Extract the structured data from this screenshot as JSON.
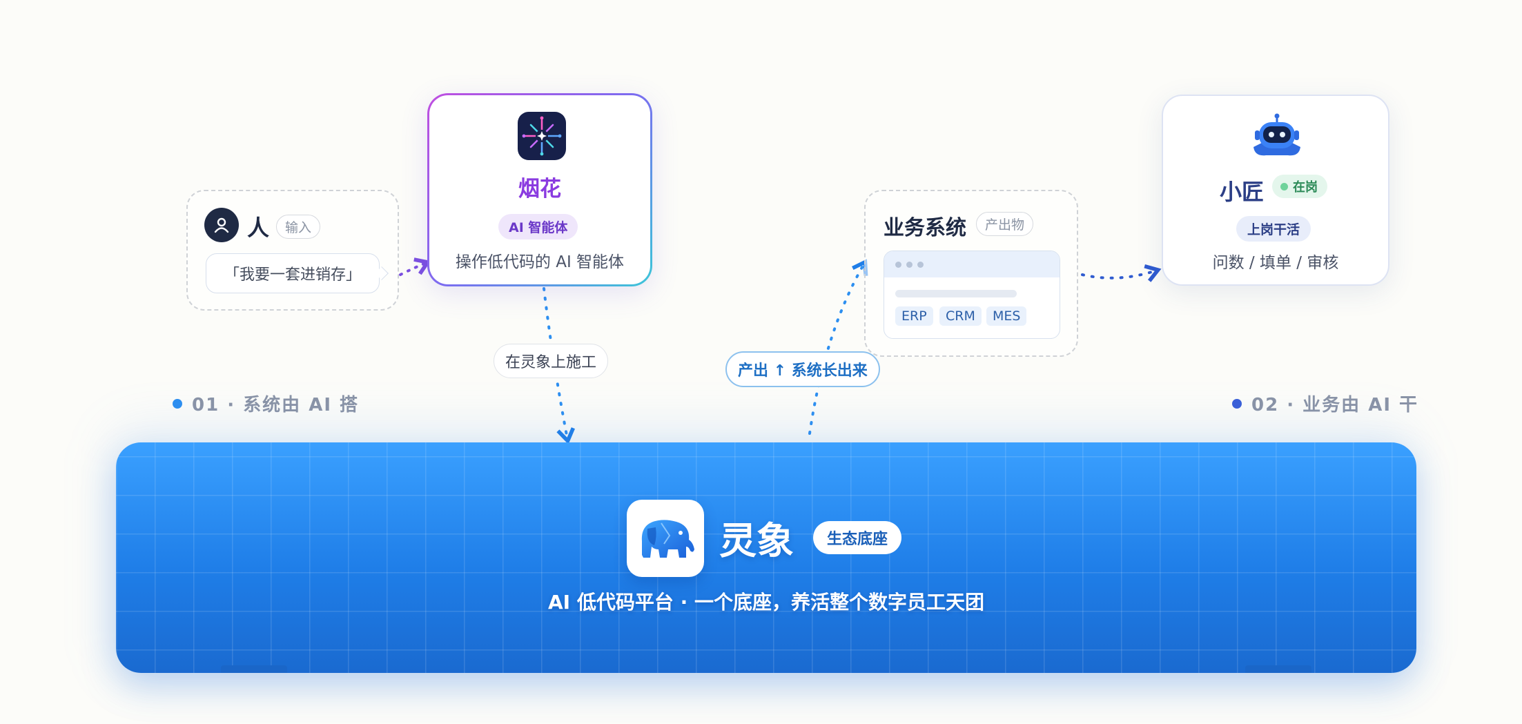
{
  "person": {
    "name": "人",
    "tag": "输入",
    "bubble": "「我要一套进销存」"
  },
  "yanhua": {
    "title": "烟花",
    "tag": "AI 智能体",
    "desc": "操作低代码的 AI 智能体"
  },
  "business_system": {
    "title": "业务系统",
    "tag": "产出物",
    "systems": [
      "ERP",
      "CRM",
      "MES"
    ]
  },
  "xiaojiang": {
    "title": "小匠",
    "status": "在岗",
    "tag": "上岗干活",
    "desc": "问数 / 填单 / 审核"
  },
  "connectors": {
    "construct_label": "在灵象上施工",
    "output_label": "产出 ↑ 系统长出来"
  },
  "sections": {
    "left": "01 · 系统由 AI 搭",
    "right": "02 · 业务由 AI 干",
    "left_color": "#2d8ff0",
    "right_color": "#3a5fd8"
  },
  "platform": {
    "title": "灵象",
    "tag": "生态底座",
    "subtitle": "AI 低代码平台 · 一个底座，养活整个数字员工天团"
  },
  "colors": {
    "accent_blue": "#1f7ee8",
    "accent_purple": "#8a3be0",
    "navy": "#2c3f86"
  },
  "icons": {
    "person": "user-icon",
    "yanhua": "fireworks-icon",
    "xiaojiang": "robot-icon",
    "platform": "elephant-icon"
  }
}
